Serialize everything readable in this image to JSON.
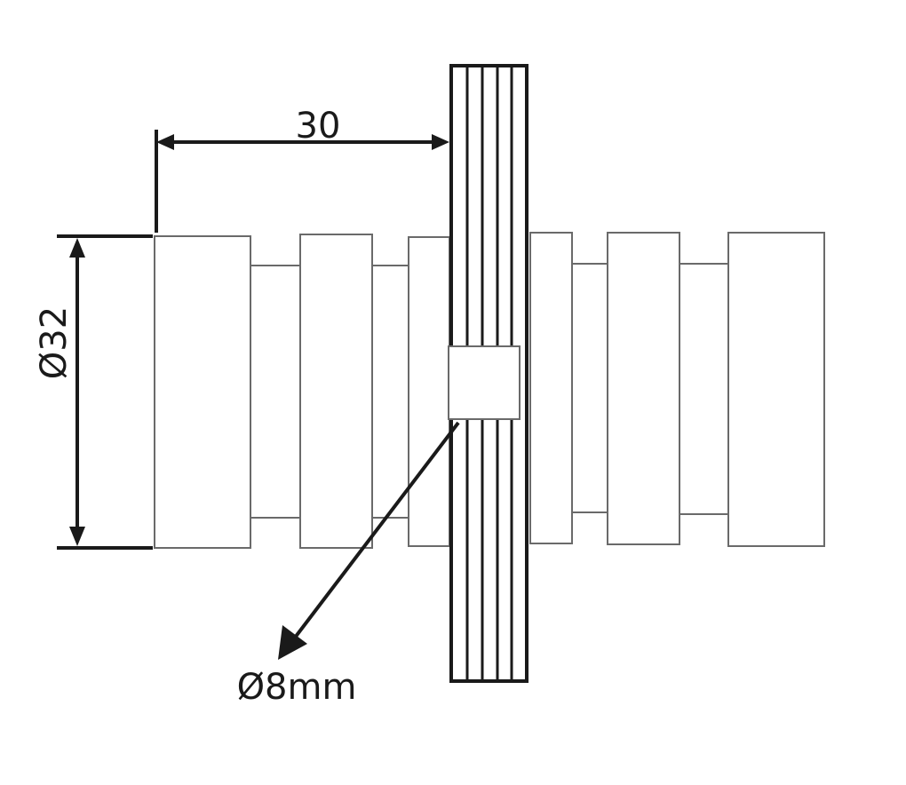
{
  "labels": {
    "length": "30",
    "outer_diameter": "Ø32",
    "hole_diameter": "Ø8mm"
  },
  "colors": {
    "line": "#1a1a1a",
    "part_outline": "#6a6a6a",
    "background": "#ffffff"
  }
}
